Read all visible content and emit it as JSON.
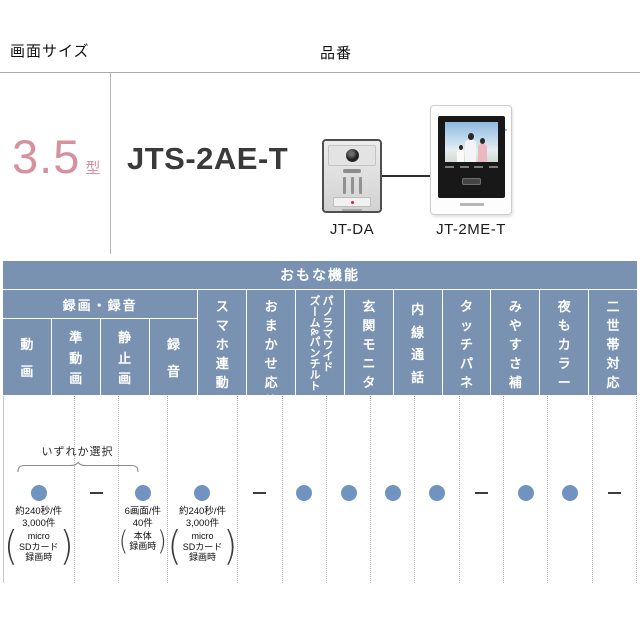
{
  "colors": {
    "header_blue": "#7a92b2",
    "dot_blue": "#7093c0",
    "accent_pink": "#d6919f"
  },
  "top": {
    "screen_size_label": "画面サイズ",
    "product_number_label": "品番",
    "screen_size_value": "3.5",
    "screen_size_unit": "型",
    "model_number": "JTS-2AE-T",
    "door_station_label": "JT-DA",
    "monitor_label": "JT-2ME-T"
  },
  "table": {
    "title": "おもな機能",
    "group_header": "録画・録音",
    "sub_columns": [
      "動画",
      "準動画",
      "静止画",
      "録音"
    ],
    "feature_columns": [
      "スマホ連動",
      "おまかせ応答",
      "パノラマワイド\nズーム&パンチルト",
      "玄関モニター",
      "内線通話",
      "タッチパネル",
      "みやすさ補正",
      "夜もカラー",
      "二世帯対応"
    ],
    "select_note": "いずれか選択",
    "cells": [
      {
        "column": "動画",
        "value": "dot",
        "note_lines": [
          "約240秒/件",
          "3,000件"
        ],
        "paren_lines": [
          "micro",
          "SDカード",
          "録画時"
        ]
      },
      {
        "column": "準動画",
        "value": "dash"
      },
      {
        "column": "静止画",
        "value": "dot",
        "note_lines": [
          "6画面/件",
          "40件"
        ],
        "paren_lines": [
          "本体",
          "録画時"
        ]
      },
      {
        "column": "録音",
        "value": "dot",
        "note_lines": [
          "約240秒/件",
          "3,000件"
        ],
        "paren_lines": [
          "micro",
          "SDカード",
          "録画時"
        ]
      },
      {
        "column": "スマホ連動",
        "value": "dash"
      },
      {
        "column": "おまかせ応答",
        "value": "dot"
      },
      {
        "column": "パノラマワイドズーム&パンチルト",
        "value": "dot"
      },
      {
        "column": "玄関モニター",
        "value": "dot"
      },
      {
        "column": "内線通話",
        "value": "dot"
      },
      {
        "column": "タッチパネル",
        "value": "dash"
      },
      {
        "column": "みやすさ補正",
        "value": "dot"
      },
      {
        "column": "夜もカラー",
        "value": "dot"
      },
      {
        "column": "二世帯対応",
        "value": "dash"
      }
    ]
  }
}
